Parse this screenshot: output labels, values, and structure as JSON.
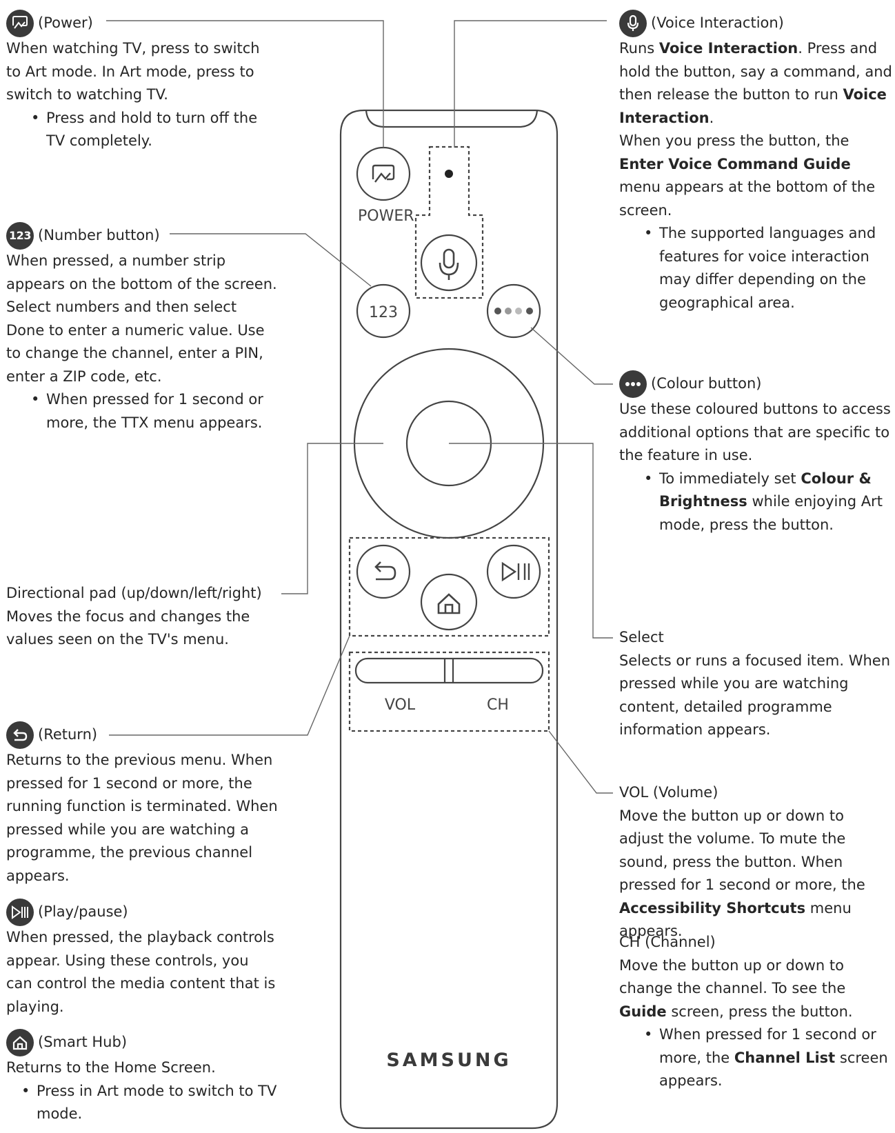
{
  "remote": {
    "power_label": "POWER",
    "vol_label": "VOL",
    "ch_label": "CH",
    "number_label": "123",
    "brand": "SAMSUNG"
  },
  "power": {
    "title": "(Power)",
    "desc": "When watching TV, press to switch to Art mode. In Art mode, press to switch to watching TV.",
    "bullet": "Press and hold to turn off the TV completely."
  },
  "number": {
    "badge": "123",
    "title": "(Number button)",
    "desc": "When pressed, a number strip appears on the bottom of the screen. Select numbers and then select Done to enter a numeric value. Use to change the channel, enter a PIN, enter a ZIP code, etc.",
    "bullet": "When pressed for 1 second or more, the TTX menu appears."
  },
  "dpad": {
    "title": "Directional pad (up/down/left/right)",
    "desc": "Moves the focus and changes the values seen on the TV's menu."
  },
  "return": {
    "title": "(Return)",
    "desc": "Returns to the previous menu. When pressed for 1 second or more, the running function is terminated. When pressed while you are watching a programme, the previous channel appears."
  },
  "play": {
    "title": "(Play/pause)",
    "desc": "When pressed, the playback controls appear. Using these controls, you can control the media content that is playing."
  },
  "smarthub": {
    "title": "(Smart Hub)",
    "desc": "Returns to the Home Screen.",
    "bullet": "Press in Art mode to switch to TV mode."
  },
  "voice": {
    "title": "(Voice Interaction)",
    "d1": "Runs ",
    "d1b": "Voice Interaction",
    "d2": ". Press and hold the button, say a command, and then release the button to run ",
    "d2b": "Voice Interaction",
    "d3": ".",
    "d4": "When you press the button, the ",
    "d4b": "Enter Voice Command Guide",
    "d5": " menu appears at the bottom of the screen.",
    "bullet": "The supported languages and features for voice interaction may differ depending on the geographical area."
  },
  "colour": {
    "title": "(Colour button)",
    "desc": "Use these coloured buttons to access additional options that are specific to the feature in use.",
    "b1": "To immediately set ",
    "b1b": "Colour & Brightness",
    "b2": " while enjoying Art mode, press the button."
  },
  "select": {
    "title": "Select",
    "desc": "Selects or runs a focused item. When pressed while you are watching content, detailed programme information appears."
  },
  "vol": {
    "title": "VOL (Volume)",
    "d1": "Move the button up or down to adjust the volume. To mute the sound, press the button. When pressed for 1 second or more, the ",
    "d1b": "Accessibility Shortcuts",
    "d2": " menu appears."
  },
  "ch": {
    "title": "CH (Channel)",
    "d1": "Move the button up or down to change the channel. To see the ",
    "d1b": "Guide",
    "d2": " screen, press the button.",
    "b1": "When pressed for 1 second or more, the ",
    "b1b": "Channel List",
    "b2": " screen appears."
  }
}
